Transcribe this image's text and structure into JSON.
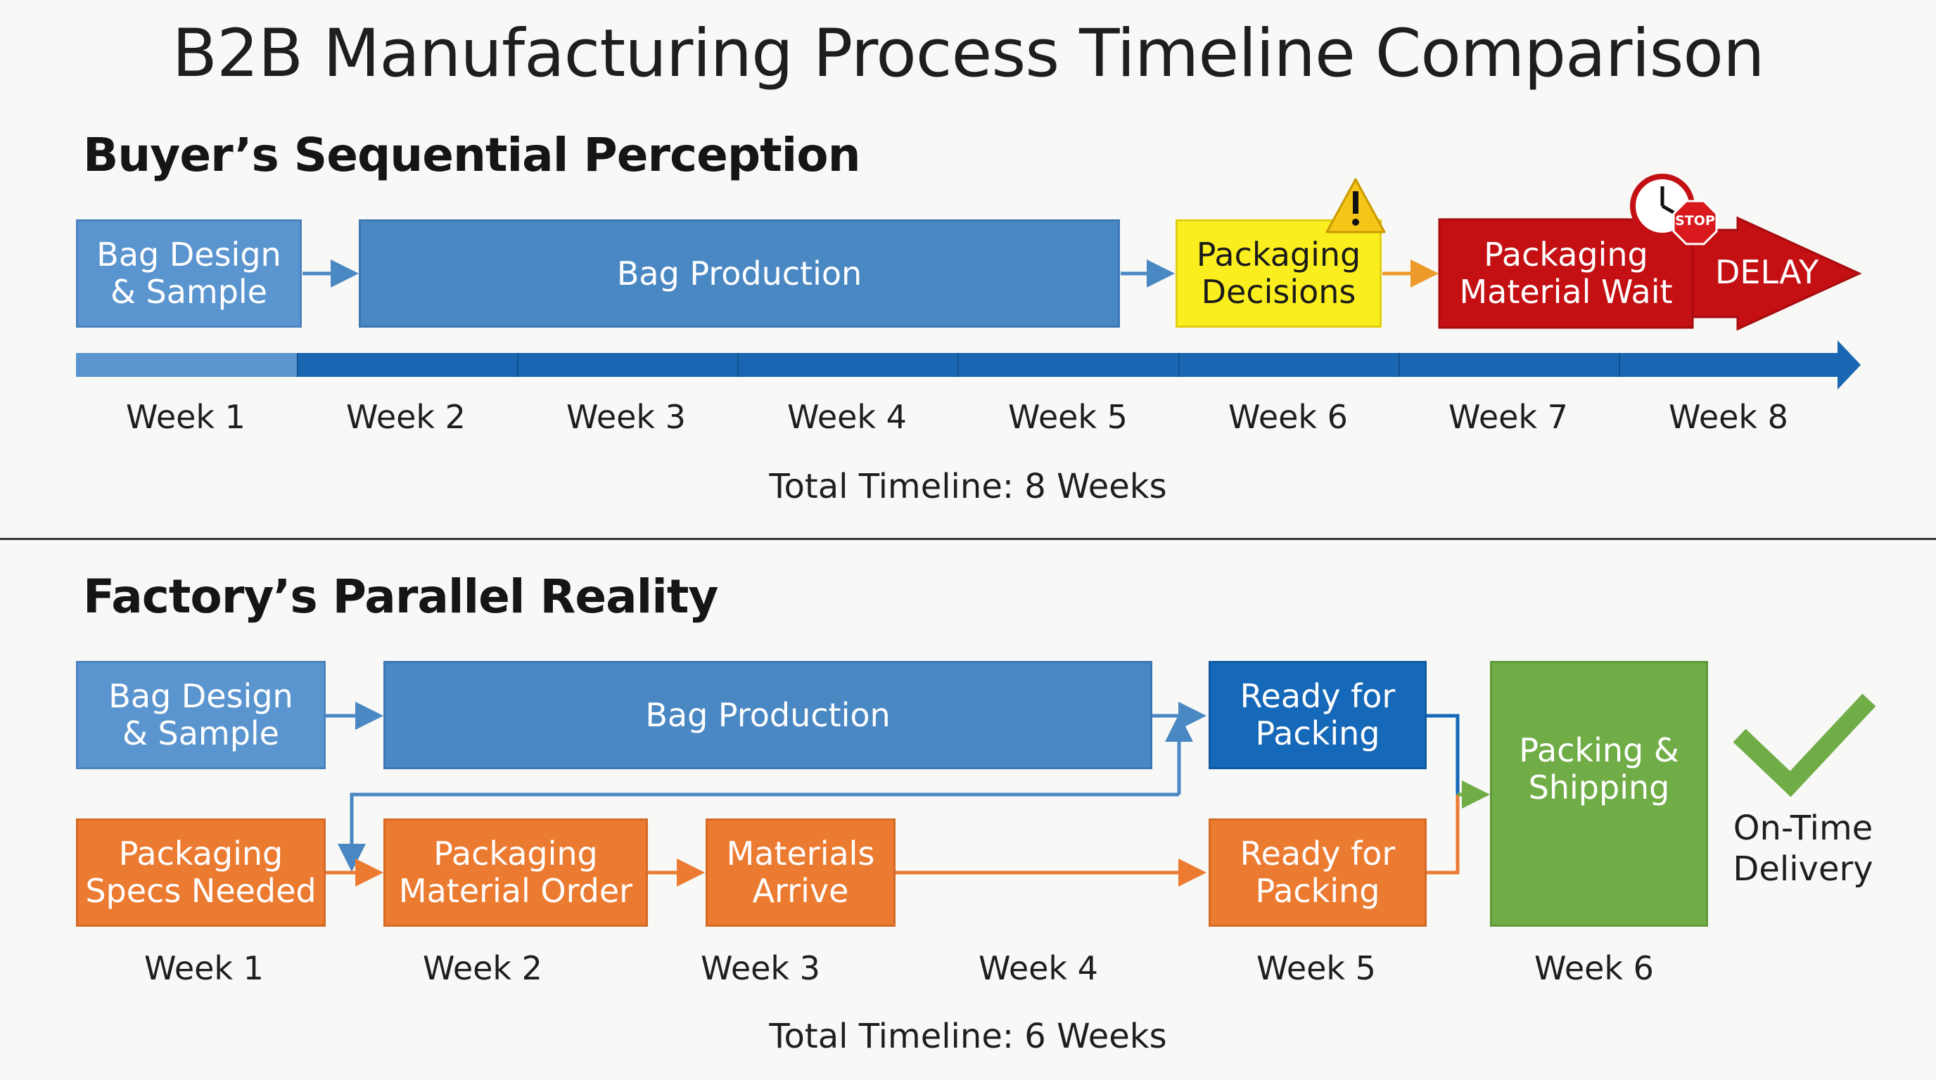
{
  "title": "B2B Manufacturing Process Timeline Comparison",
  "buyer": {
    "heading": "Buyer’s Sequential Perception",
    "steps": [
      {
        "label": "Bag Design\n& Sample",
        "color": "#5b95cf"
      },
      {
        "label": "Bag Production",
        "color": "#4a88c4"
      },
      {
        "label": "Packaging\nDecisions",
        "color": "#fbee1f"
      },
      {
        "label": "Packaging\nMaterial Wait",
        "color": "#c40f13"
      }
    ],
    "delay_label": "DELAY",
    "stop_sign": "STOP",
    "weeks": [
      "Week 1",
      "Week 2",
      "Week 3",
      "Week 4",
      "Week 5",
      "Week 6",
      "Week 7",
      "Week 8"
    ],
    "total": "Total Timeline: 8 Weeks",
    "icons": [
      "warning-icon",
      "clock-icon",
      "stop-sign-icon"
    ]
  },
  "factory": {
    "heading": "Factory’s Parallel Reality",
    "top_track": [
      {
        "label": "Bag Design\n& Sample"
      },
      {
        "label": "Bag Production"
      },
      {
        "label": "Ready for\nPacking"
      }
    ],
    "bottom_track": [
      {
        "label": "Packaging\nSpecs Needed"
      },
      {
        "label": "Packaging\nMaterial Order"
      },
      {
        "label": "Materials\nArrive"
      },
      {
        "label": "Ready for\nPacking"
      }
    ],
    "final_step": {
      "label": "Packing &\nShipping"
    },
    "ontime": "On-Time\nDelivery",
    "weeks": [
      "Week 1",
      "Week 2",
      "Week 3",
      "Week 4",
      "Week 5",
      "Week 6"
    ],
    "total": "Total Timeline: 6 Weeks",
    "icons": [
      "checkmark-icon"
    ]
  },
  "colors": {
    "blue_light": "#5b95cf",
    "blue_mid": "#4a88c4",
    "blue_dark": "#1668b8",
    "yellow": "#fbee1f",
    "red": "#c40f13",
    "orange": "#ec7b32",
    "green": "#70ad47",
    "timeline_bar": "#1a66b3"
  }
}
